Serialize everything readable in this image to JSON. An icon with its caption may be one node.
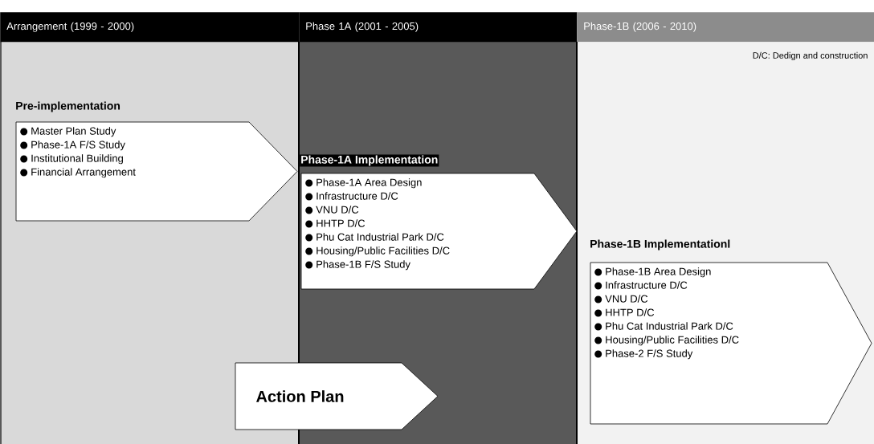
{
  "diagram": {
    "nodes": [
      {
        "text": [
          "Arrangement (1999 - 2000)"
        ]
      },
      {
        "text": [
          "Phase 1A (2001 - 2005)"
        ]
      },
      {
        "text": [
          "Phase-1B (2006 - 2010)"
        ]
      },
      {
        "text": [
          "Pre-implementation",
          "Master Plan Study",
          "Phase-1A F/S Study",
          "Institutional Building",
          "Financial Arrangement"
        ],
        "in": 0
      },
      {
        "text": [
          "Phase-1A Implementation",
          "Phase-1A Area Design",
          "Infrastructure D/C",
          "VNU D/C",
          "HHTP D/C",
          "Phu Cat Industrial Park D/C",
          "Housing/Public Facilities D/C",
          "Phase-1B F/S Study"
        ],
        "in": 1
      },
      {
        "text": [
          "Phase-1B Implementationl",
          "Phase-1B Area Design",
          "Infrastructure D/C",
          "VNU D/C",
          "HHTP D/C",
          "Phu Cat Industrial Park D/C",
          "Housing/Public Facilities D/C",
          "Phase-2 F/S Study"
        ],
        "in": 2
      },
      {
        "text": [
          "Action Plan"
        ]
      }
    ],
    "labels": [
      "D/C: Dedign and construction"
    ]
  }
}
